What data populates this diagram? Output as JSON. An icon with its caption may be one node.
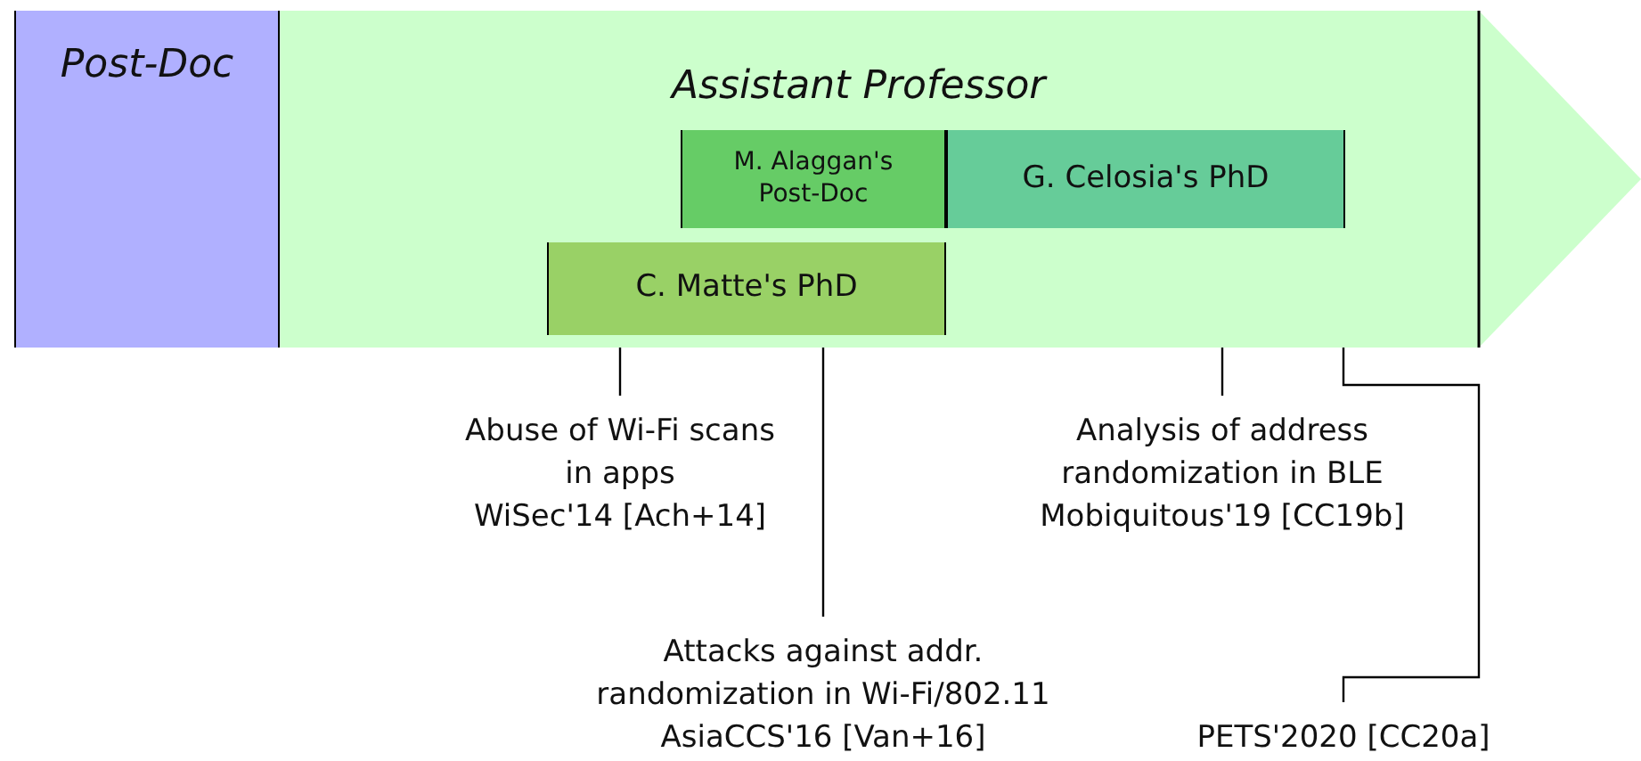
{
  "diagram": {
    "nodes": [
      {
        "text": [
          "Post-Doc"
        ]
      },
      {
        "text": [
          "Assistant Professor"
        ]
      },
      {
        "text": [
          "M. Alaggan's Post-Doc"
        ],
        "in": 1
      },
      {
        "text": [
          "G. Celosia's PhD"
        ],
        "in": 1
      },
      {
        "text": [
          "C. Matte's PhD"
        ],
        "in": 1
      },
      {
        "text": [
          "Abuse of Wi-Fi scans in apps",
          "WiSec'14 [Ach+14]"
        ]
      },
      {
        "text": [
          "Attacks against addr. randomization in Wi-Fi/802.11",
          "AsiaCCS'16 [Van+16]"
        ]
      },
      {
        "text": [
          "Analysis of address randomization in BLE",
          "Mobiquitous'19 [CC19b]"
        ]
      },
      {
        "text": [
          "PETS'2020 [CC20a]"
        ]
      }
    ],
    "edges": [
      {
        "from": 5,
        "to": 1,
        "arrow": "none"
      },
      {
        "from": 6,
        "to": 1,
        "arrow": "none"
      },
      {
        "from": 7,
        "to": 1,
        "arrow": "none"
      },
      {
        "from": 8,
        "to": 1,
        "arrow": "none"
      }
    ]
  }
}
